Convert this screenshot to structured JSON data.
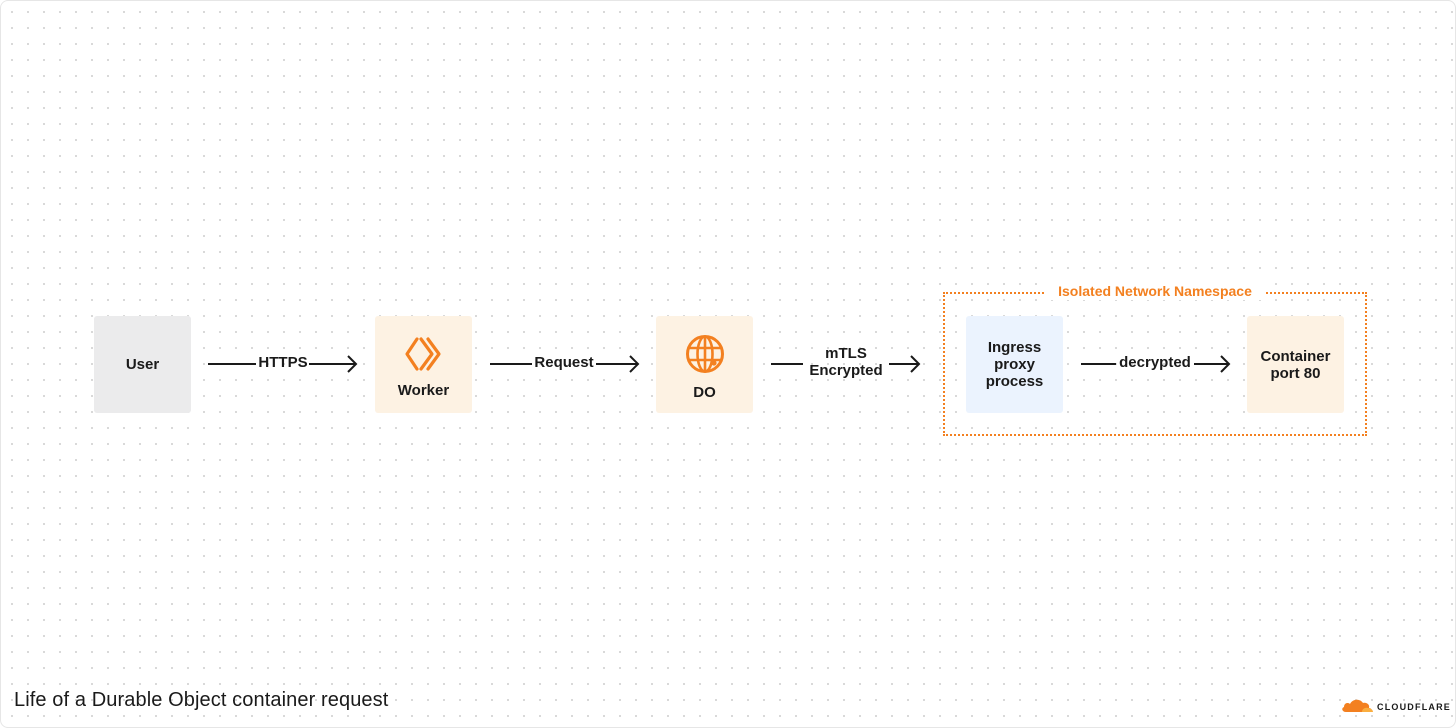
{
  "diagram": {
    "nodes": [
      {
        "id": "user",
        "label": "User"
      },
      {
        "id": "worker",
        "label": "Worker",
        "icon": "worker-chevrons-icon"
      },
      {
        "id": "do",
        "label": "DO",
        "icon": "globe-icon"
      },
      {
        "id": "ingress",
        "label": "Ingress\nproxy\nprocess"
      },
      {
        "id": "container",
        "label": "Container\nport 80"
      }
    ],
    "edges": [
      {
        "from": "user",
        "to": "worker",
        "label": "HTTPS"
      },
      {
        "from": "worker",
        "to": "do",
        "label": "Request"
      },
      {
        "from": "do",
        "to": "ingress",
        "label": "mTLS\nEncrypted"
      },
      {
        "from": "ingress",
        "to": "container",
        "label": "decrypted"
      }
    ],
    "group": {
      "label": "Isolated Network Namespace",
      "members": [
        "ingress",
        "container"
      ]
    },
    "caption": "Life of a Durable Object container request"
  },
  "brand": {
    "name": "CLOUDFLARE",
    "icon": "cloudflare-cloud-icon"
  },
  "colors": {
    "accent": "#f38020",
    "node_grey": "#ebebec",
    "node_cream": "#fdf2e3",
    "node_blue": "#ebf3fe",
    "text": "#1a1a1a"
  }
}
